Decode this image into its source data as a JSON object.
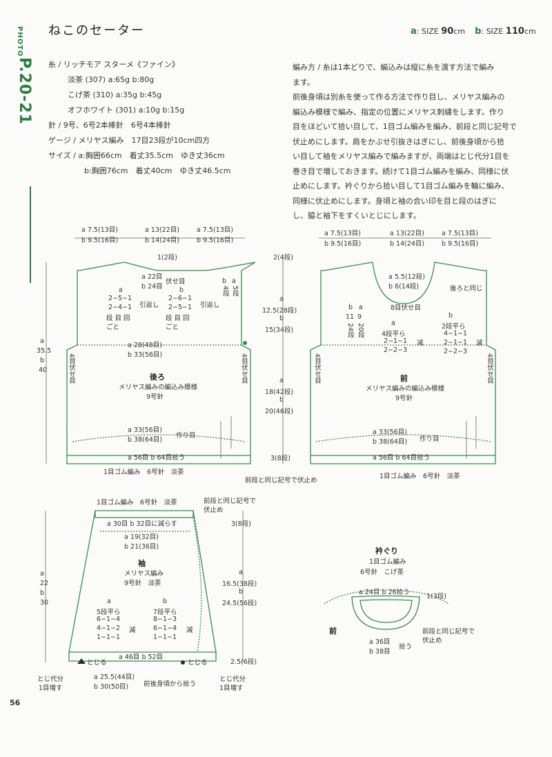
{
  "side": {
    "photo": "PHOTO",
    "page_ref": "P.20-21"
  },
  "title": "ねこのセーター",
  "size": {
    "a_label": "a",
    "a_text": ": SIZE",
    "a_val": "90",
    "a_unit": "cm",
    "b_label": "b",
    "b_text": ": SIZE",
    "b_val": "110",
    "b_unit": "cm"
  },
  "materials": {
    "yarn_label": "糸",
    "yarn": "リッチモア スターメ《ファイン》",
    "c1": "淡茶 (307)",
    "c1a": "a:65g",
    "c1b": "b:80g",
    "c2": "こげ茶 (310)",
    "c2a": "a:35g",
    "c2b": "b:45g",
    "c3": "オフホワイト (301)",
    "c3a": "a:10g",
    "c3b": "b:15g",
    "needle_label": "針",
    "needle": "9号、6号2本棒針　6号4本棒針",
    "gauge_label": "ゲージ",
    "gauge": "メリヤス編み　17目23段が10cm四方",
    "sizes_label": "サイズ",
    "size_a_key": "a:",
    "size_a": "胸囲66cm　着丈35.5cm　ゆき丈36cm",
    "size_b_key": "b:",
    "size_b": "胸囲76cm　着丈40cm　ゆき丈46.5cm"
  },
  "instructions": {
    "head": "編み方",
    "lines": [
      "糸は1本どりで、編込みは縦に糸を渡す方法で編み",
      "ます。",
      "前後身頃は別糸を使って作る方法で作り目し、メリヤス編みの",
      "編込み模様で編み、指定の位置にメリヤス刺繍をします。作り",
      "目をほどいて拾い目して、1目ゴム編みを編み、前段と同じ記号で",
      "伏止めにします。肩をかぶせ引抜きはぎにし、前後身頃から拾",
      "い目して袖をメリヤス編みで編みますが、両端はとじ代分1目を",
      "巻き目で増しておきます。続けて1目ゴム編みを編み、同様に伏",
      "止めにします。衿ぐりから拾い目して1目ゴム編みを輪に編み、",
      "同様に伏止めにします。身頃と袖の合い印を目と段のはぎに",
      "し、脇と袖下をすくいとじにします。"
    ]
  },
  "back": {
    "top_left_a": "a 7.5(13目)",
    "top_left_b": "b 9.5(16目)",
    "top_mid_a": "a 13(22目)",
    "top_mid_b": "b 14(24目)",
    "top_right_a": "a 7.5(13目)",
    "top_right_b": "b 9.5(16目)",
    "neck_rows": "1(2段)",
    "bind_a": "a 22目",
    "bind_b": "b 24目",
    "bind_label": "伏せ目",
    "l_a": "a",
    "l1": "2−5−1",
    "l2": "2−4−1",
    "l3": "段 目 回",
    "l4": "ごと",
    "hikikaeshi": "引返し",
    "r_b": "b",
    "r1": "2−6−1",
    "r2": "2−5−1",
    "r3": "段 目 回",
    "r4": "ごと",
    "shoulder_b": "b",
    "shoulder_a": "a",
    "sh_b": "4段",
    "sh_a": "5段",
    "mid_a": "a 28(48目)",
    "mid_b": "b 33(56目)",
    "side_bind": "4目伏せ目",
    "name": "後ろ",
    "pattern": "メリヤス編みの編込み模様",
    "needle": "9号針",
    "bot_a": "a 33(56目)",
    "bot_b": "b 38(64目)",
    "cast_on": "作り目",
    "pick": "a 56目 b 64目拾う",
    "height_a_key": "a",
    "height_a": "35.5",
    "height_b_key": "b",
    "height_b": "40",
    "rib": "1目ゴム編み　6号針　淡茶"
  },
  "center": {
    "r1": "2(4段)",
    "r2a": "12.5(28段)",
    "r2b_key": "b",
    "r2b": "15(34段)",
    "r3_key": "a",
    "r3a": "18(42段)",
    "r3b_key": "b",
    "r3b": "20(46段)",
    "r4": "3(8段)",
    "r2a_key": "a"
  },
  "front": {
    "top_left_a": "a 7.5(13目)",
    "top_left_b": "b 9.5(16目)",
    "top_mid_a": "a 13(22目)",
    "top_mid_b": "b 14(24目)",
    "top_right_a": "a 7.5(13目)",
    "top_right_b": "b 9.5(16目)",
    "neck_a": "a 5.5(12段)",
    "neck_b": "b 6(14段)",
    "same_as_back": "後ろと同じ",
    "bind8": "8目伏せ目",
    "col_b": "b",
    "col_a": "a",
    "col_b1": "11",
    "col_a1": "9",
    "col_b2": "24段",
    "col_a2": "20段",
    "left_a": "a",
    "left_flat": "4段平ら",
    "left1": "2−1−1",
    "left2": "2−2−3",
    "dec": "減",
    "right_b": "b",
    "right_flat": "2段平ら",
    "right1": "4−1−1",
    "right2": "2−1−1",
    "right3": "2−2−3",
    "side_bind": "4目伏せ目",
    "name": "前",
    "pattern": "メリヤス編みの編込み模様",
    "needle": "9号針",
    "bot_a": "a 33(56目)",
    "bot_b": "b 38(64目)",
    "cast_on": "作り目",
    "pick": "a 56目 b 64目拾う",
    "bind_note": "前段と同じ記号で伏止め",
    "rib": "1目ゴム編み　6号針　淡茶"
  },
  "sleeve": {
    "top_note": "1目ゴム編み　6号針　淡茶",
    "bind_note1": "前段と同じ記号で",
    "bind_note2": "伏止め",
    "dec": "a 30目 b 32目に減らす",
    "r_top": "3(8段)",
    "w_a": "a 19(32目)",
    "w_b": "b 21(36目)",
    "name": "袖",
    "stitch": "メリヤス編み",
    "needle": "9号針　淡茶",
    "h_key_a": "a",
    "h_a": "22",
    "h_key_b": "b",
    "h_b": "30",
    "rh_key_a": "a",
    "rh_a": "16.5(38段)",
    "rh_key_b": "b",
    "rh_b": "24.5(56段)",
    "la": "a",
    "lflat": "5段平ら",
    "l1": "6−1−4",
    "l2": "4−1−2",
    "l3": "1−1−1",
    "rb": "b",
    "rflat": "7段平ら",
    "r1": "8−1−3",
    "r2": "6−1−4",
    "r3": "1−1−1",
    "dec_mark": "減",
    "bottom": "a 46目 b 52目",
    "toji": "とじる",
    "r_bot": "2.5(6段)",
    "toji_l1": "とじ代分",
    "toji_l2": "1目増す",
    "toji_r1": "とじ代分",
    "toji_r2": "1目増す",
    "pick_a": "a 25.5(44目)",
    "pick_b": "b 30(50目)",
    "pick_note": "前後身頃から拾う"
  },
  "neckband": {
    "title": "衿ぐり",
    "stitch": "1目ゴム編み",
    "needle": "6号針　こげ茶",
    "pick": "a 24目 b 26拾う",
    "rows": "1(3段)",
    "front": "前",
    "note1": "前段と同じ記号で",
    "note2": "伏止め",
    "p_a": "a 36目",
    "p_b": "b 38目",
    "pick2": "拾う"
  },
  "page_number": "56"
}
